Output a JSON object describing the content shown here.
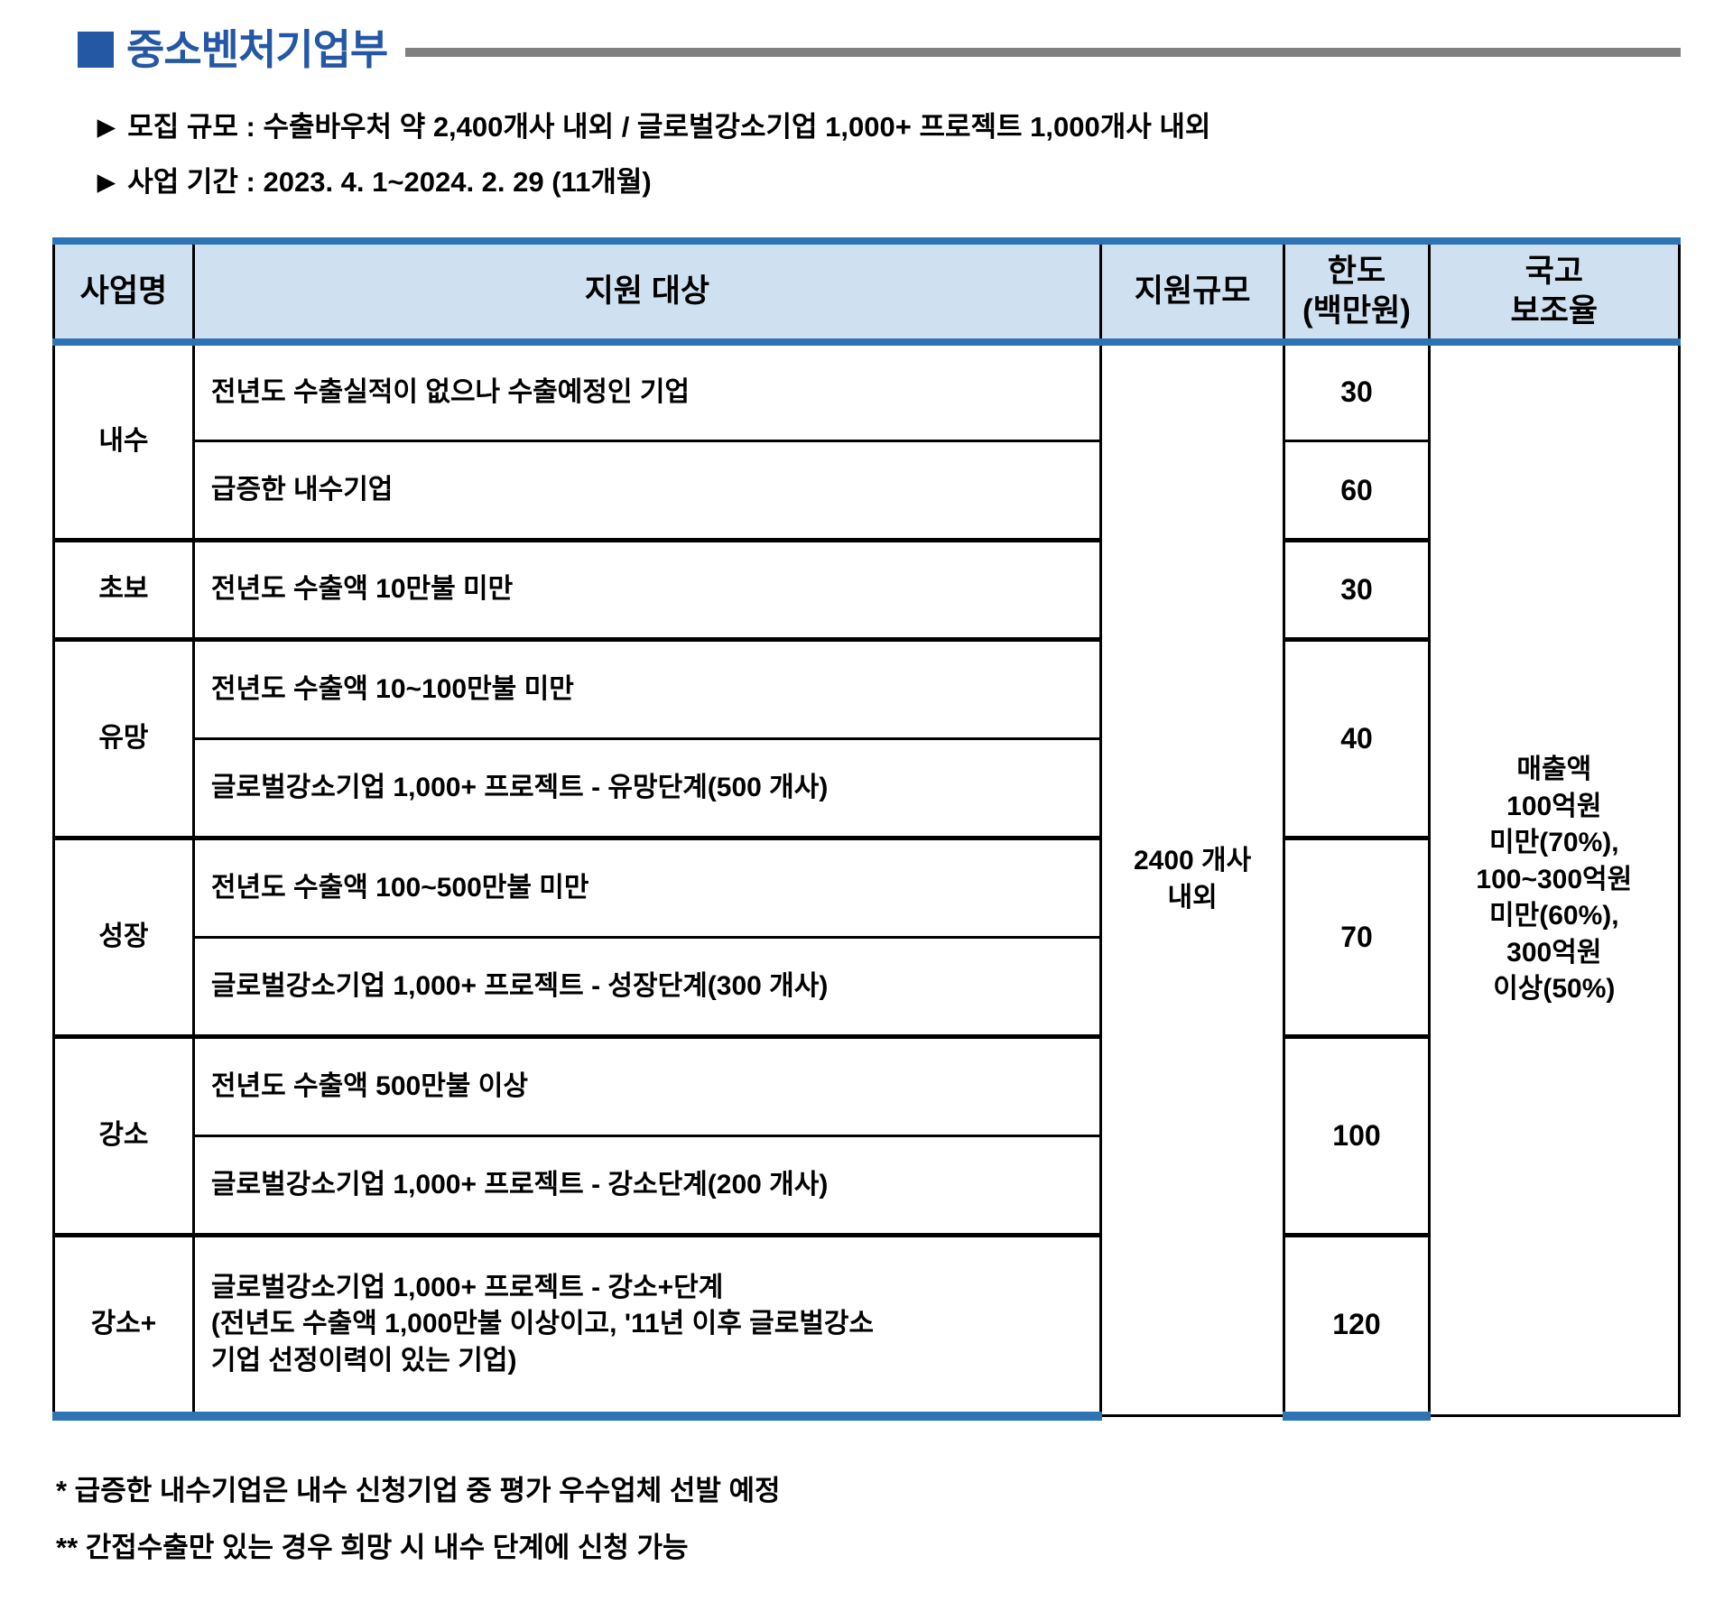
{
  "colors": {
    "title_blue": "#2457a4",
    "table_line_blue": "#2e74b5",
    "header_bg": "#cfe0f1",
    "rule_gray": "#808080",
    "border_black": "#000000"
  },
  "header": {
    "title": "중소벤처기업부",
    "info_lines": [
      {
        "marker": "▶",
        "text": "모집 규모 : 수출바우처 약 2,400개사 내외 / 글로벌강소기업 1,000+ 프로젝트 1,000개사 내외"
      },
      {
        "marker": "▶",
        "text": "사업 기간 : 2023. 4. 1~2024. 2. 29 (11개월)"
      }
    ]
  },
  "table": {
    "columns": {
      "program": "사업명",
      "target": "지원 대상",
      "scale": "지원규모",
      "limit": "한도\n(백만원)",
      "subsidy": "국고\n보조율"
    },
    "scale_value": "2400 개사\n내외",
    "subsidy_value": "매출액\n100억원\n미만(70%),\n100~300억원\n미만(60%),\n300억원\n이상(50%)",
    "rows": [
      {
        "program": "내수",
        "target": "전년도 수출실적이 없으나 수출예정인 기업",
        "limit": "30"
      },
      {
        "target": "급증한 내수기업",
        "limit": "60"
      },
      {
        "program": "초보",
        "target": "전년도 수출액 10만불 미만",
        "limit": "30"
      },
      {
        "program": "유망",
        "target": "전년도 수출액 10~100만불 미만",
        "limit": "40"
      },
      {
        "target": "글로벌강소기업 1,000+ 프로젝트 - 유망단계(500 개사)"
      },
      {
        "program": "성장",
        "target": "전년도 수출액 100~500만불 미만",
        "limit": "70"
      },
      {
        "target": "글로벌강소기업 1,000+ 프로젝트 - 성장단계(300 개사)"
      },
      {
        "program": "강소",
        "target": "전년도 수출액 500만불 이상",
        "limit": "100"
      },
      {
        "target": "글로벌강소기업 1,000+ 프로젝트 - 강소단계(200 개사)"
      },
      {
        "program": "강소+",
        "target": "글로벌강소기업 1,000+ 프로젝트 - 강소+단계\n(전년도 수출액 1,000만불 이상이고, '11년 이후 글로벌강소\n기업 선정이력이 있는 기업)",
        "limit": "120"
      }
    ]
  },
  "footnotes": [
    "* 급증한 내수기업은 내수 신청기업 중 평가 우수업체 선발 예정",
    "** 간접수출만 있는 경우 희망 시 내수 단계에 신청 가능"
  ]
}
